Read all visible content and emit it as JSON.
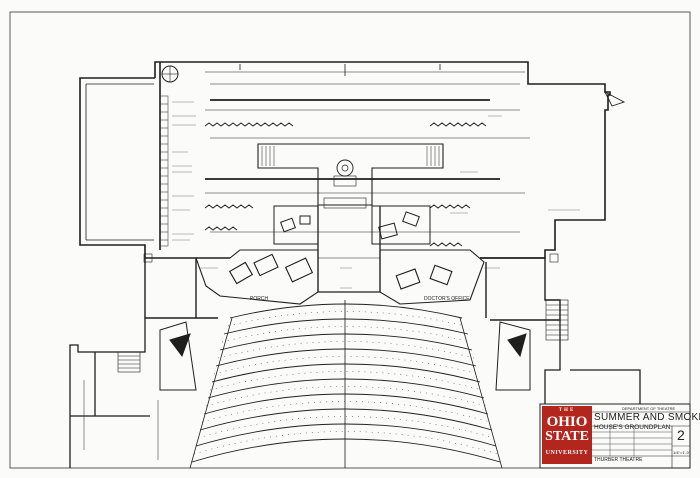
{
  "title_block": {
    "department": "DEPARTMENT OF THEATRE",
    "show_title": "SUMMER AND SMOKE",
    "drawing_title": "HOUSE'S GROUNDPLAN",
    "sheet_number": "2",
    "theatre": "THURBER THEATRE",
    "scale": "1/4\"=1'-0\""
  },
  "logo": {
    "line1": "THE",
    "line2": "OHIO",
    "line3": "STATE",
    "line4": "UNIVERSITY",
    "color": "#b3261e"
  },
  "plan_labels": {
    "porch_left": "PORCH",
    "porch_right": "DOCTOR'S OFFICE"
  },
  "colors": {
    "line": "#1f1f1f",
    "paper": "#fbfbfa"
  }
}
